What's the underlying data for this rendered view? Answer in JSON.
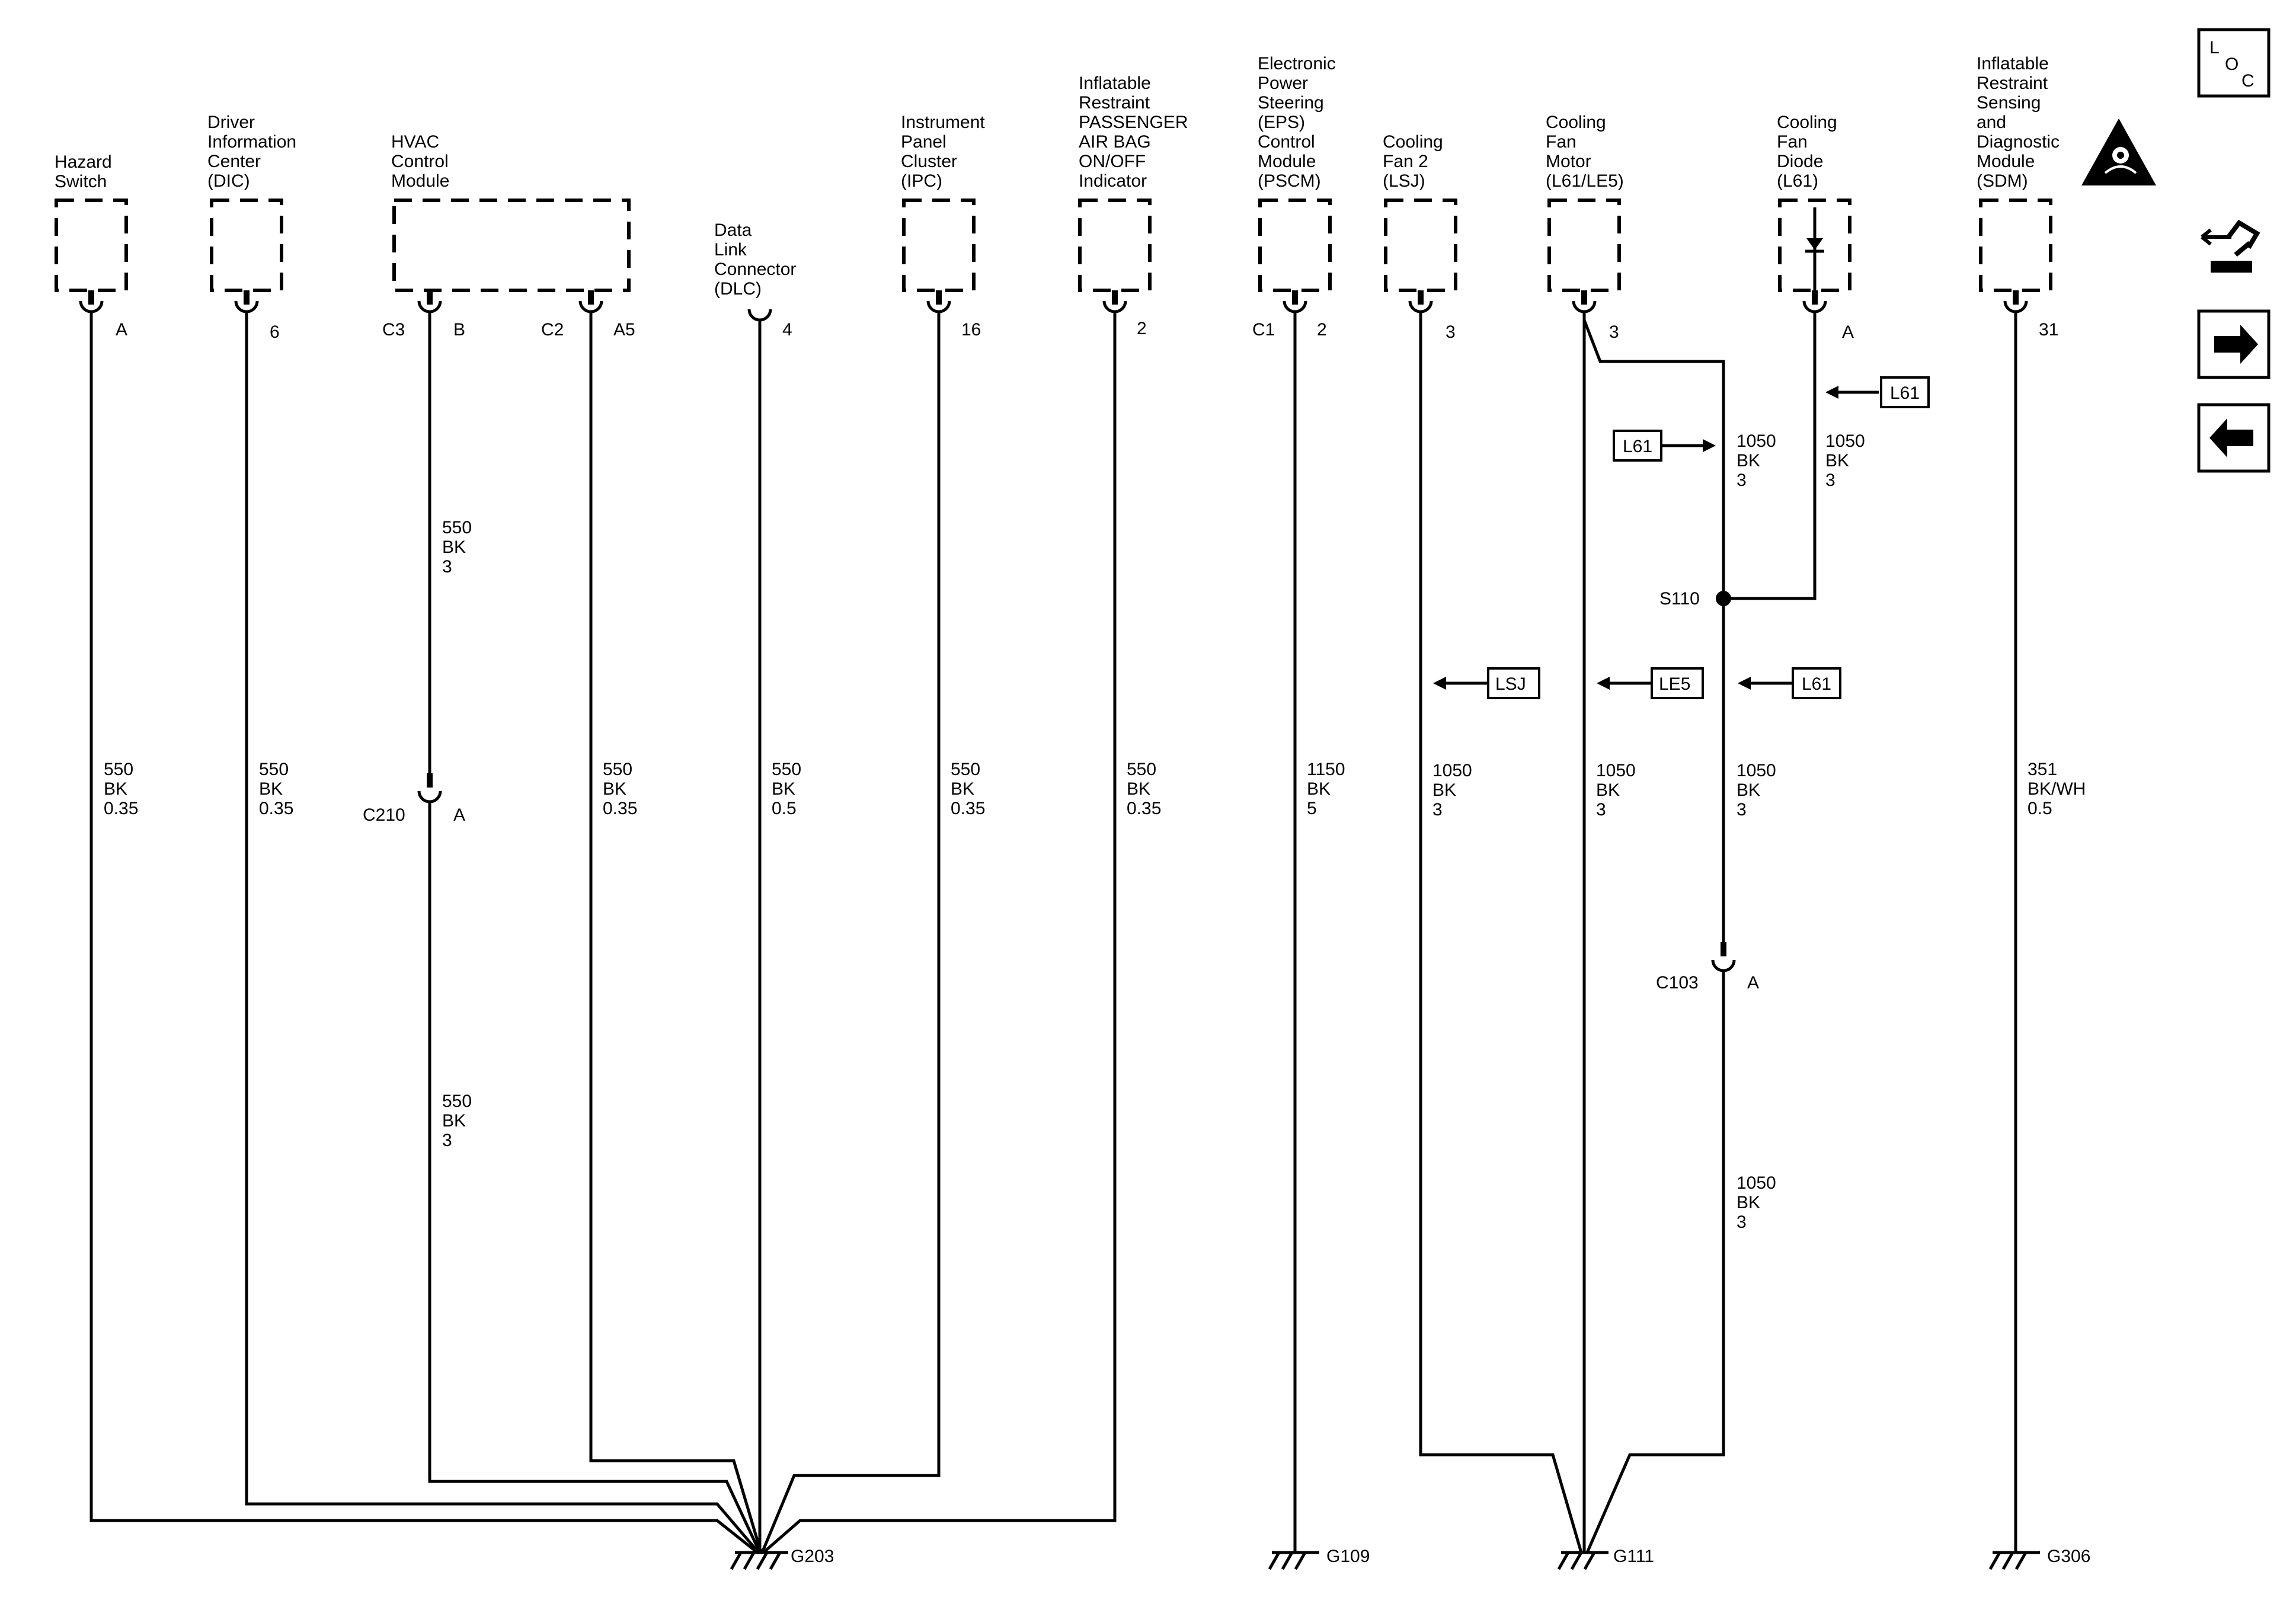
{
  "components": [
    {
      "id": "hazard",
      "lines": [
        "Hazard",
        "Switch"
      ]
    },
    {
      "id": "dic",
      "lines": [
        "Driver",
        "Information",
        "Center",
        "(DIC)"
      ]
    },
    {
      "id": "hvac",
      "lines": [
        "HVAC",
        "Control",
        "Module"
      ]
    },
    {
      "id": "dlc",
      "lines": [
        "Data",
        "Link",
        "Connector",
        "(DLC)"
      ]
    },
    {
      "id": "ipc",
      "lines": [
        "Instrument",
        "Panel",
        "Cluster",
        "(IPC)"
      ]
    },
    {
      "id": "pab",
      "lines": [
        "Inflatable",
        "Restraint",
        "PASSENGER",
        "AIR BAG",
        "ON/OFF",
        "Indicator"
      ]
    },
    {
      "id": "eps",
      "lines": [
        "Electronic",
        "Power",
        "Steering",
        "(EPS)",
        "Control",
        "Module",
        "(PSCM)"
      ]
    },
    {
      "id": "cf2",
      "lines": [
        "Cooling",
        "Fan 2",
        "(LSJ)"
      ]
    },
    {
      "id": "cfm",
      "lines": [
        "Cooling",
        "Fan",
        "Motor",
        "(L61/LE5)"
      ]
    },
    {
      "id": "cfd",
      "lines": [
        "Cooling",
        "Fan",
        "Diode",
        "(L61)"
      ]
    },
    {
      "id": "sdm",
      "lines": [
        "Inflatable",
        "Restraint",
        "Sensing",
        "and",
        "Diagnostic",
        "Module",
        "(SDM)"
      ]
    }
  ],
  "pins": {
    "hazard": "A",
    "dic": "6",
    "hvac_b_conn": "C3",
    "hvac_b": "B",
    "hvac_a5_conn": "C2",
    "hvac_a5": "A5",
    "dlc": "4",
    "ipc": "16",
    "pab": "2",
    "eps_conn": "C1",
    "eps": "2",
    "cf2": "3",
    "cfm": "3",
    "cfd": "A",
    "sdm": "31"
  },
  "wires": {
    "hazard": [
      "550",
      "BK",
      "0.35"
    ],
    "dic": [
      "550",
      "BK",
      "0.35"
    ],
    "hvac_b_upper": [
      "550",
      "BK",
      "3"
    ],
    "hvac_b_lower": [
      "550",
      "BK",
      "3"
    ],
    "hvac_a5": [
      "550",
      "BK",
      "0.35"
    ],
    "dlc": [
      "550",
      "BK",
      "0.5"
    ],
    "ipc": [
      "550",
      "BK",
      "0.35"
    ],
    "pab": [
      "550",
      "BK",
      "0.35"
    ],
    "eps": [
      "1150",
      "BK",
      "5"
    ],
    "cf2": [
      "1050",
      "BK",
      "3"
    ],
    "cfm": [
      "1050",
      "BK",
      "3"
    ],
    "splice_upper": [
      "1050",
      "BK",
      "3"
    ],
    "diode": [
      "1050",
      "BK",
      "3"
    ],
    "splice_mid": [
      "1050",
      "BK",
      "3"
    ],
    "splice_lower": [
      "1050",
      "BK",
      "3"
    ],
    "sdm": [
      "351",
      "BK/WH",
      "0.5"
    ]
  },
  "connectors": {
    "c210": {
      "name": "C210",
      "pin": "A"
    },
    "c103": {
      "name": "C103",
      "pin": "A"
    }
  },
  "splice": "S110",
  "option_tags": {
    "l61_diode": "L61",
    "l61_left": "L61",
    "lsj": "LSJ",
    "le5": "LE5",
    "l61_splice": "L61"
  },
  "grounds": {
    "g203": "G203",
    "g109": "G109",
    "g111": "G111",
    "g306": "G306"
  },
  "nav": {
    "loc_letters": [
      "L",
      "O",
      "C"
    ],
    "icons": [
      "wiring-connector-icon",
      "arrow-right-icon",
      "arrow-left-icon"
    ]
  }
}
